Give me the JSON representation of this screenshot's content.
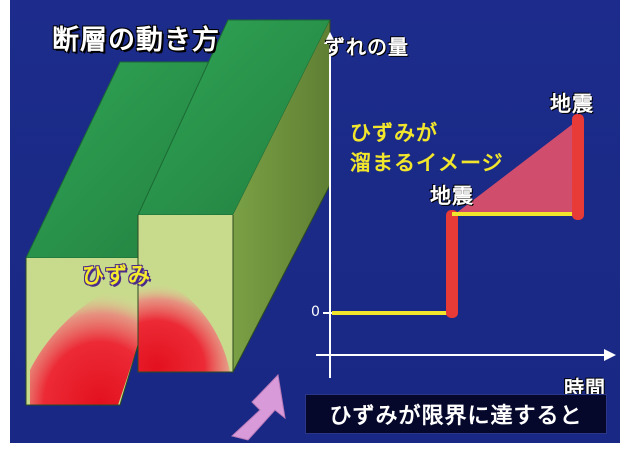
{
  "title": "断層の動き方",
  "strain_label": "ひずみ",
  "caption": "ひずみが限界に達すると",
  "graph": {
    "y_axis_label": "ずれの量",
    "x_axis_label": "時間",
    "zero_tick": "0",
    "accumulation_text": [
      "ひずみが",
      "溜まるイメージ"
    ],
    "earthquake_label_1": "地震",
    "earthquake_label_2": "地震"
  },
  "colors": {
    "background": "#1b2b88",
    "block_top": "#2f9a4e",
    "block_face": "#c7d98a",
    "block_side": "#6c8f3c",
    "strain": "#e8222e",
    "line": "#f2e62c",
    "accent_arrow": "#d89ad8"
  }
}
